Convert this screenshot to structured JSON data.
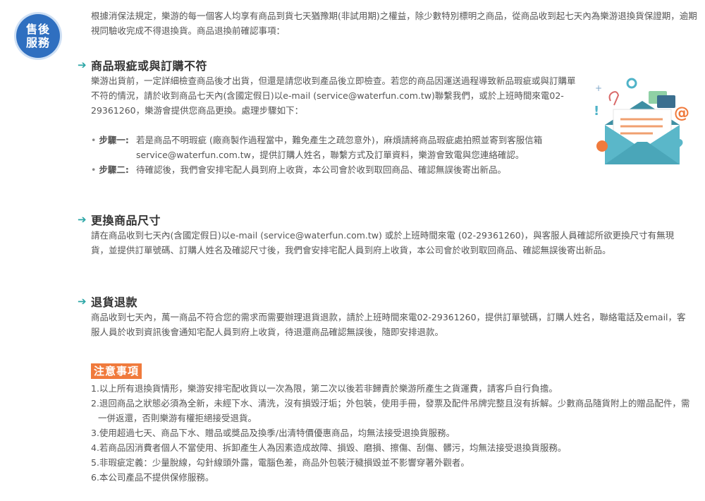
{
  "badge": {
    "line1": "售後",
    "line2": "服務"
  },
  "intro": "根據消保法規定，樂游的每一個客人均享有商品到貨七天猶豫期(非試用期)之權益，除少數特別標明之商品，從商品收到起七天內為樂游退換貨保證期，逾期視同驗收完成不得退換貨。商品退換前確認事項：",
  "sections": {
    "defect": {
      "title": "商品瑕疵或與訂購不符",
      "body": "樂游出貨前，一定詳細檢查商品後才出貨，但還是請您收到產品後立即檢查。若您的商品因運送過程導致新品瑕疵或與訂購單不符的情況，請於收到商品七天內(含國定假日)以e-mail (service@waterfun.com.tw)聯繫我們，或於上班時間來電02-29361260，樂游會提供您商品更換。處理步驟如下：",
      "step1_label": "步驟一:",
      "step1_text": "若是商品不明瑕疵 (廠商製作過程當中，難免產生之疏忽意外)，麻煩請將商品瑕疵處拍照並寄到客服信箱 service@waterfun.com.tw，提供訂購人姓名，聯繫方式及訂單資料，樂游會致電與您連絡確認。",
      "step2_label": "步驟二:",
      "step2_text": "待確認後，我們會安排宅配人員到府上收貨，本公司會於收到取回商品、確認無誤後寄出新品。"
    },
    "size": {
      "title": "更換商品尺寸",
      "body": "請在商品收到七天內(含國定假日)以e-mail (service@waterfun.com.tw) 或於上班時間來電 (02-29361260)，與客服人員確認所欲更換尺寸有無現貨，並提供訂單號碼、訂購人姓名及確認尺寸後，我們會安排宅配人員到府上收貨，本公司會於收到取回商品、確認無誤後寄出新品。"
    },
    "refund": {
      "title": "退貨退款",
      "body": "商品收到七天內，萬一商品不符合您的需求而需要辦理退貨退款，請於上班時間來電02-29361260，提供訂單號碼，訂購人姓名，聯絡電話及email，客服人員於收到資訊後會通知宅配人員到府上收貨，待退還商品確認無誤後，隨即安排退款。"
    }
  },
  "notice": {
    "title": "注意事項",
    "items": [
      "1.以上所有退換貨情形，樂游安排宅配收貨以一次為限，第二次以後若非歸責於樂游所產生之貨運費，請客戶自行負擔。",
      "2.退回商品之狀態必須為全新，未經下水、清洗，沒有損毀汙垢；外包裝，使用手冊，發票及配件吊牌完整且沒有拆解。少數商品隨貨附上的贈品配件，需一併返還，否則樂游有權拒絕接受退貨。",
      "3.使用超過七天、商品下水、贈品或獎品及換季/出清特價優惠商品，均無法接受退換貨服務。",
      "4.若商品因消費者個人不當使用、拆卸產生人為因素造成故障、損毀、磨損、擦傷、刮傷、髒污，均無法接受退換貨服務。",
      "5.非瑕疵定義：少量脫線，勾針線頭外露，電腦色差，商品外包裝汙穢損毀並不影響穿著外觀者。",
      "6.本公司產品不提供保修服務。"
    ]
  },
  "colors": {
    "badge": "#2f6fc0",
    "arrow": "#2ba6a6",
    "notice_title_bg": "#f07a3c",
    "text": "#555555"
  },
  "icons": {
    "section_arrow": "arrow-right-icon",
    "illustration": "envelope-mail-illustration"
  }
}
